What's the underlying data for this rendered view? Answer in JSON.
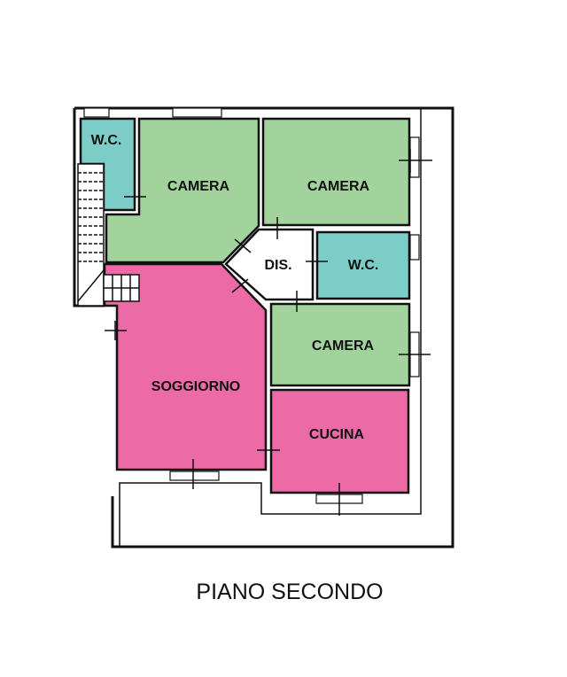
{
  "plan": {
    "title": "PIANO SECONDO",
    "colors": {
      "camera": "#a3d39c",
      "wc": "#7ccdc8",
      "living": "#ec6aa6",
      "hall": "#ffffff"
    },
    "rooms": {
      "wc_1": "W.C.",
      "camera_1": "CAMERA",
      "camera_2": "CAMERA",
      "dis": "DIS.",
      "wc_2": "W.C.",
      "camera_3": "CAMERA",
      "soggiorno": "SOGGIORNO",
      "cucina": "CUCINA"
    }
  }
}
